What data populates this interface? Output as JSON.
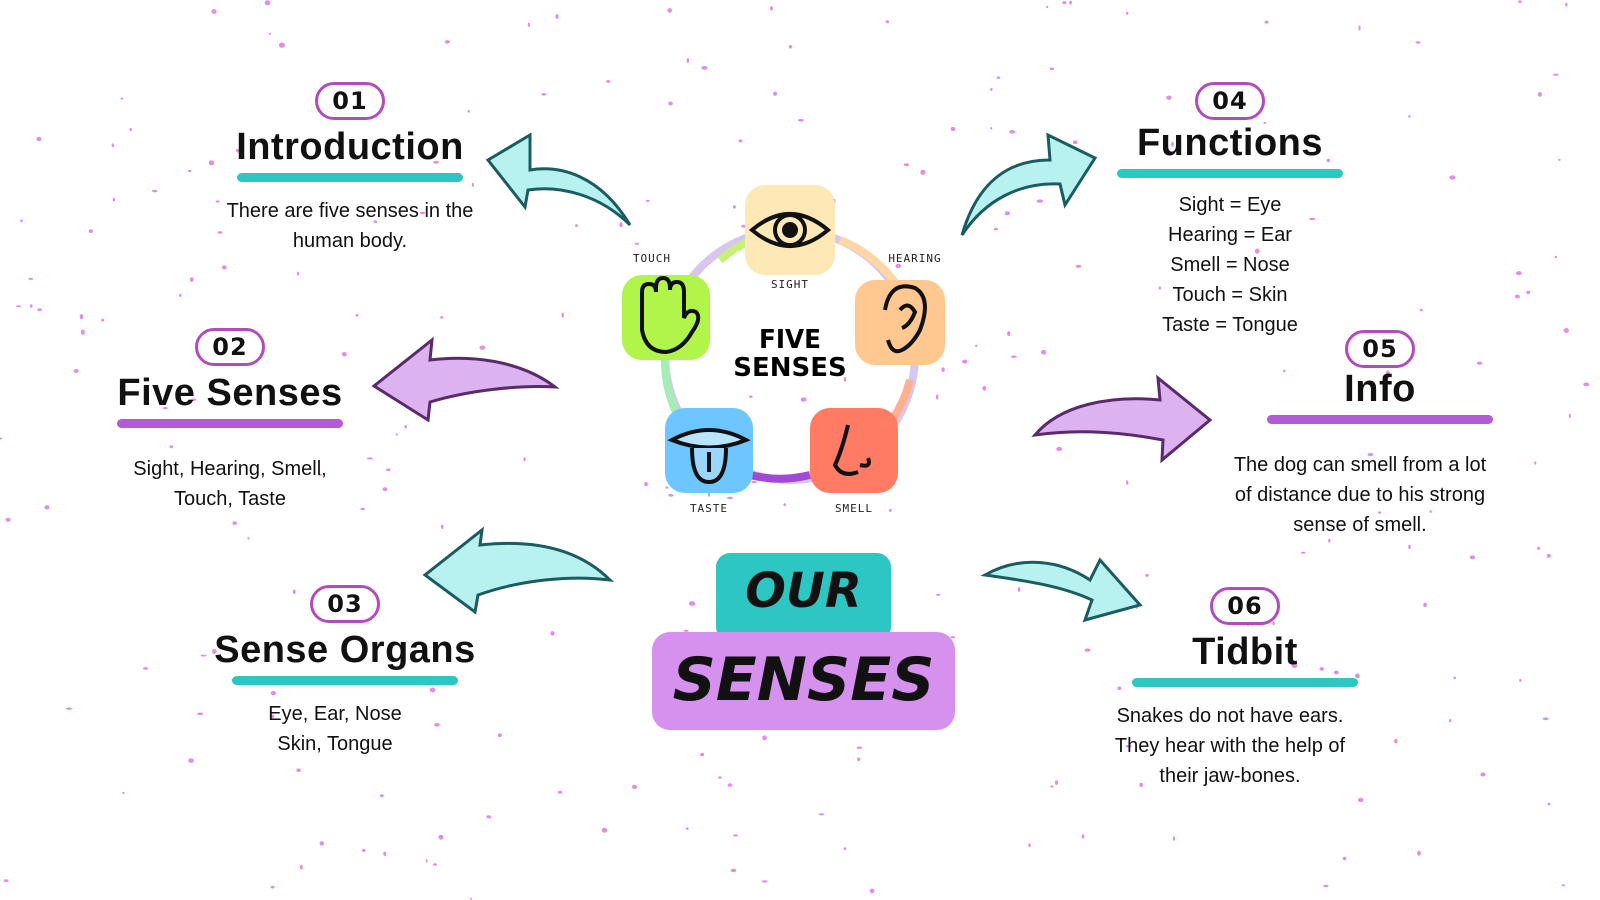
{
  "sections": [
    {
      "number": "01",
      "title": "Introduction",
      "lines": [
        "There are five senses in the",
        "human body."
      ]
    },
    {
      "number": "02",
      "title": "Five Senses",
      "lines": [
        "Sight, Hearing, Smell,",
        "Touch, Taste"
      ]
    },
    {
      "number": "03",
      "title": "Sense Organs",
      "lines": [
        "Eye, Ear, Nose",
        "Skin, Tongue"
      ]
    },
    {
      "number": "04",
      "title": "Functions",
      "lines": [
        "Sight = Eye",
        "Hearing = Ear",
        "Smell = Nose",
        "Touch = Skin",
        "Taste = Tongue"
      ]
    },
    {
      "number": "05",
      "title": "Info",
      "lines": [
        "The dog can smell from a lot",
        "of distance due to his strong",
        "sense of smell."
      ]
    },
    {
      "number": "06",
      "title": "Tidbit",
      "lines": [
        "Snakes do not have ears.",
        "They hear with the help of",
        "their jaw-bones."
      ]
    }
  ],
  "wheel": {
    "center_line1": "FIVE",
    "center_line2": "SENSES",
    "labels": {
      "sight": "SIGHT",
      "hearing": "HEARING",
      "smell": "SMELL",
      "taste": "TASTE",
      "touch": "TOUCH"
    }
  },
  "main_title": {
    "line1": "OUR",
    "line2": "SENSES"
  },
  "colors": {
    "teal": "#2cc6c3",
    "purple": "#b35ad6",
    "badge_border": "#b24bbf",
    "light_purple": "#d691ee"
  }
}
